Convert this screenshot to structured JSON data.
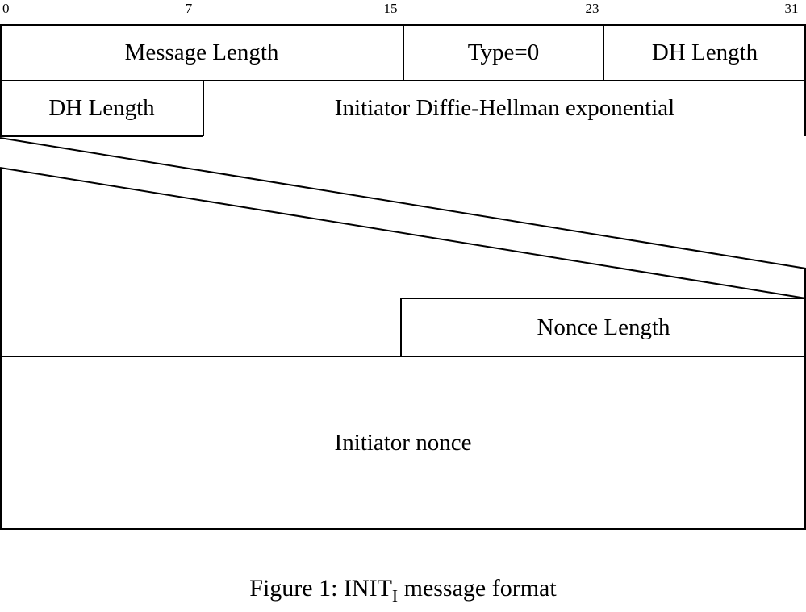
{
  "ruler": {
    "labels": [
      "0",
      "7",
      "15",
      "23",
      "31"
    ]
  },
  "diagram": {
    "row1": {
      "message_length": "Message Length",
      "type": "Type=0",
      "dh_length": "DH Length"
    },
    "row2": {
      "dh_length": "DH Length",
      "dh_exponential": "Initiator Diffie-Hellman exponential"
    },
    "row3": {
      "nonce_length": "Nonce Length"
    },
    "row4": {
      "initiator_nonce": "Initiator nonce"
    }
  },
  "caption": {
    "prefix": "Figure 1: INIT",
    "subscript": "I",
    "suffix": " message format"
  },
  "colors": {
    "line": "#000000",
    "text": "#000000",
    "background": "#ffffff"
  }
}
